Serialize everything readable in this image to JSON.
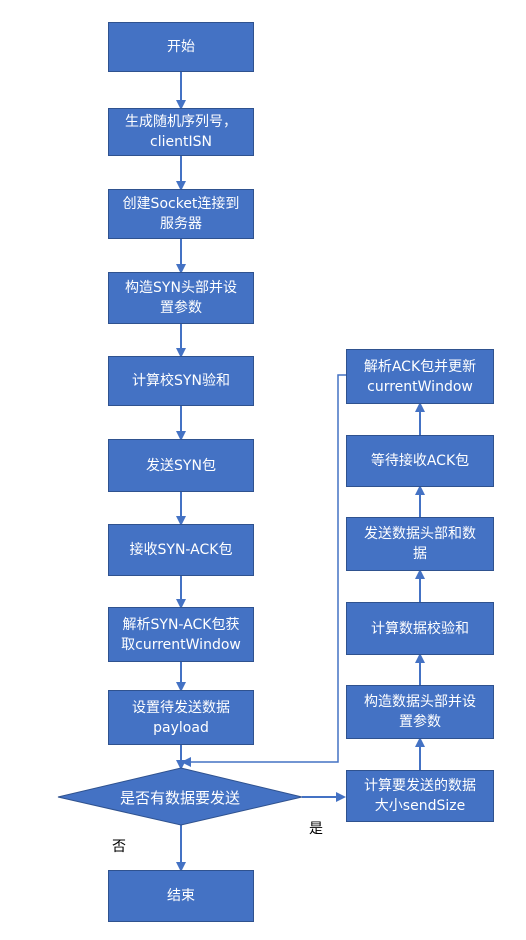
{
  "colors": {
    "box_fill": "#4472c4",
    "box_border": "#2f528f",
    "connector": "#4472c4",
    "text_on_box": "#ffffff"
  },
  "steps": {
    "start": {
      "line1": "开始",
      "line2": ""
    },
    "gen_isn": {
      "line1": "生成随机序列号，",
      "line2": "clientISN"
    },
    "create_socket": {
      "line1": "创建Socket连接到",
      "line2": "服务器"
    },
    "build_syn": {
      "line1": "构造SYN头部并设",
      "line2": "置参数"
    },
    "syn_checksum": {
      "line1": "计算校SYN验和",
      "line2": ""
    },
    "send_syn": {
      "line1": "发送SYN包",
      "line2": ""
    },
    "recv_synack": {
      "line1": "接收SYN-ACK包",
      "line2": ""
    },
    "parse_synack": {
      "line1": "解析SYN-ACK包获",
      "line2": "取currentWindow"
    },
    "set_payload": {
      "line1": "设置待发送数据",
      "line2": "payload"
    },
    "end": {
      "line1": "结束",
      "line2": ""
    },
    "calc_size": {
      "line1": "计算要发送的数据",
      "line2": "大小sendSize"
    },
    "build_header": {
      "line1": "构造数据头部并设",
      "line2": "置参数"
    },
    "data_checksum": {
      "line1": "计算数据校验和",
      "line2": ""
    },
    "send_data": {
      "line1": "发送数据头部和数",
      "line2": "据"
    },
    "wait_ack": {
      "line1": "等待接收ACK包",
      "line2": ""
    },
    "parse_ack": {
      "line1": "解析ACK包并更新",
      "line2": "currentWindow"
    }
  },
  "decision": {
    "text": "是否有数据要发送",
    "yes_label": "是",
    "no_label": "否"
  }
}
